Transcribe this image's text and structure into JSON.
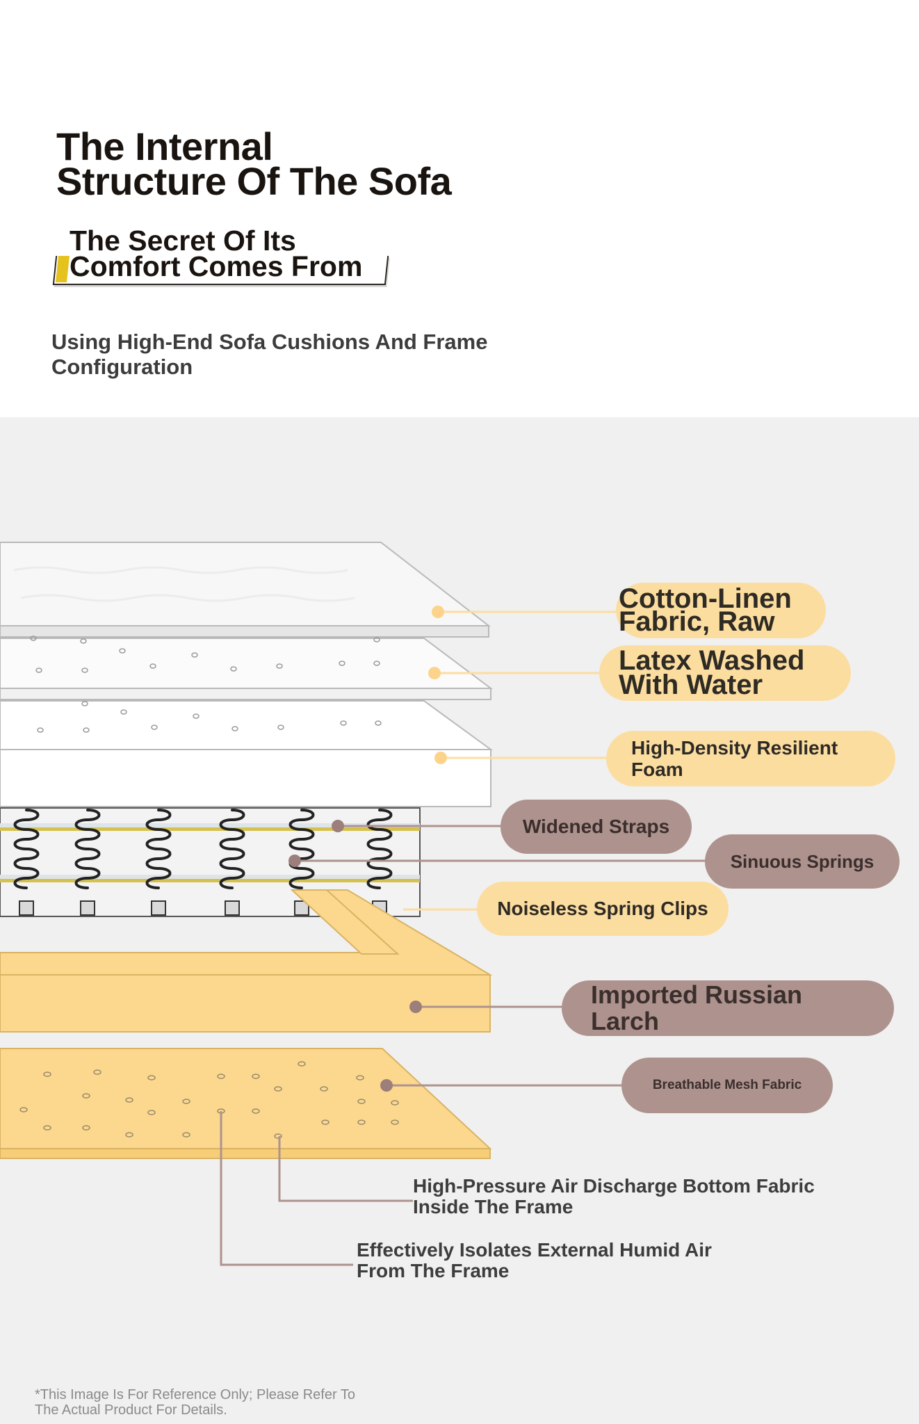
{
  "header": {
    "title_line1": "The Internal",
    "title_line2": "Structure Of The Sofa",
    "subtitle_line1": "The Secret Of Its",
    "subtitle_line2": "Comfort Comes From",
    "description_line1": "Using High-End Sofa Cushions And Frame",
    "description_line2": "Configuration"
  },
  "layers": {
    "cotton_linen_line1": "Cotton-Linen",
    "cotton_linen_line2": "Fabric, Raw",
    "latex_line1": "Latex Washed",
    "latex_line2": "With Water",
    "foam_line1": "High-Density Resilient",
    "foam_line2": "Foam",
    "straps": "Widened Straps",
    "springs": "Sinuous Springs",
    "clips": "Noiseless Spring Clips",
    "larch_line1": "Imported Russian",
    "larch_line2": "Larch",
    "mesh": "Breathable Mesh Fabric"
  },
  "notes": {
    "bottom_fabric_line1": "High-Pressure Air Discharge Bottom Fabric",
    "bottom_fabric_line2": "Inside The Frame",
    "isolates_line1": "Effectively Isolates External Humid Air",
    "isolates_line2": "From The Frame"
  },
  "footer": {
    "line1": "*This Image Is For Reference Only; Please Refer To",
    "line2": "The Actual Product For Details."
  },
  "colors": {
    "label_yellow": "#fcdda0",
    "label_brown": "#ae928e",
    "wood": "#fbd88e",
    "strap": "#d5c24e"
  }
}
